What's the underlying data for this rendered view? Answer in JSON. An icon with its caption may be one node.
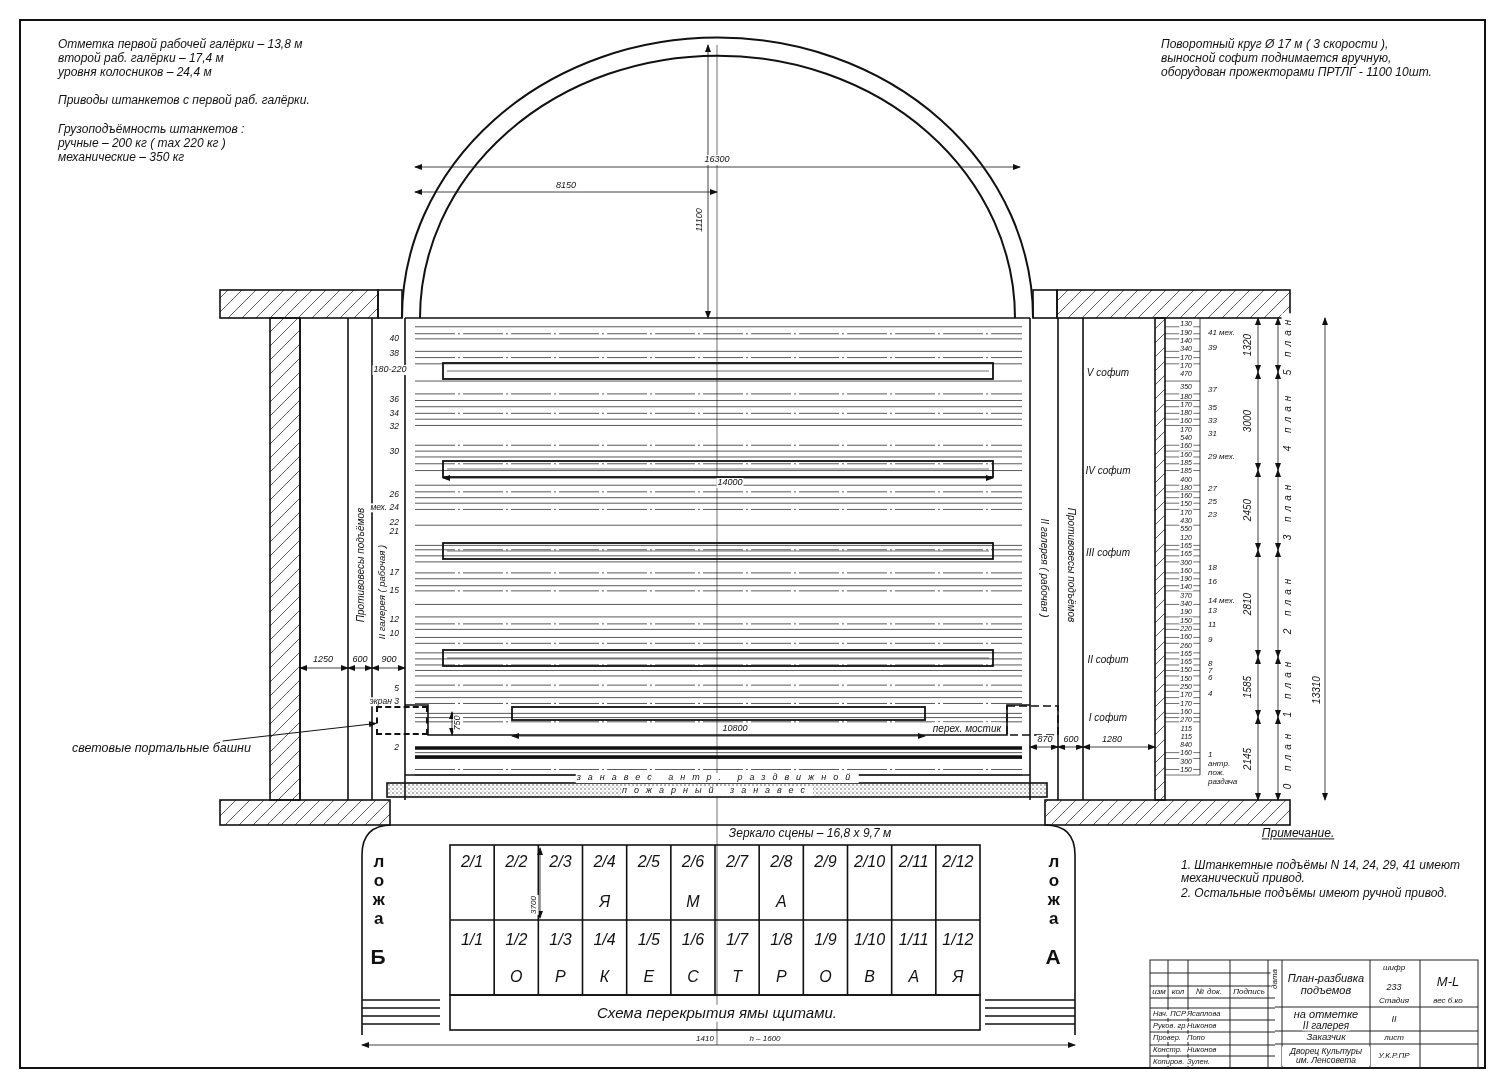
{
  "diagram": {
    "nodes": [
      {
        "text": [
          "световые портальные башни"
        ]
      },
      {
        "text": [],
        "shape": "box"
      }
    ],
    "edges": [
      {
        "from": 0,
        "to": 1,
        "arrow": "to"
      }
    ],
    "labels": [
      "Отметка первой рабочей галёрки – 13,8 м",
      "второй раб. галёрки – 17,4 м",
      "уровня колосников – 24,4 м",
      "Приводы штанкетов с первой раб. галёрки.",
      "Грузоподъёмность штанкетов :",
      "ручные – 200 кг ( max 220 кг )",
      "механические – 350 кг",
      "Поворотный круг Ø 17 м ( 3 скорости ),",
      "выносной софит поднимается вручную,",
      "оборудован прожекторами ПРТЛГ - 1100 10шт.",
      "16300",
      "8150",
      "11100",
      "180-220",
      "14000",
      "10800",
      "750",
      "1250",
      "600",
      "900",
      "870",
      "600",
      "1280",
      "40",
      "38",
      "36",
      "34",
      "32",
      "30",
      "26",
      "мех. 24",
      "22",
      "21",
      "17",
      "15",
      "12",
      "10",
      "5",
      "экран 3",
      "2",
      "Противовесы подъёмов",
      "II галерея ( рабочая )",
      "II галерея ( рабочая )",
      "Противовесы подъёмов",
      "V софит",
      "IV софит",
      "III софит",
      "II софит",
      "I софит",
      "перех. мостик",
      "занавес антр. раздвижной",
      "пожарный занавес",
      "Зеркало сцены – 16,8 х 9,7 м",
      "130",
      "190",
      "140",
      "340",
      "170",
      "170",
      "470",
      "350",
      "180",
      "170",
      "180",
      "160",
      "170",
      "540",
      "160",
      "160",
      "185",
      "185",
      "400",
      "180",
      "160",
      "150",
      "170",
      "430",
      "550",
      "120",
      "165",
      "165",
      "300",
      "160",
      "190",
      "140",
      "370",
      "340",
      "190",
      "150",
      "220",
      "160",
      "260",
      "165",
      "165",
      "150",
      "150",
      "250",
      "170",
      "170",
      "160",
      "270",
      "115",
      "115",
      "840",
      "160",
      "300",
      "150",
      "41 мех.",
      "39",
      "37",
      "35",
      "33",
      "31",
      "29 мех.",
      "27",
      "25",
      "23",
      "18",
      "16",
      "14 мех.",
      "13",
      "11",
      "9",
      "8",
      "7",
      "6",
      "4",
      "1",
      "антр.",
      "пож.",
      "раздача",
      "1320",
      "5 план",
      "3000",
      "4 план",
      "2450",
      "3 план",
      "2810",
      "2 план",
      "1585",
      "1 план",
      "2145",
      "0 план",
      "13310",
      "ложа",
      "Б",
      "ложа",
      "А",
      "2/1",
      "2/2",
      "2/3",
      "2/4",
      "2/5",
      "2/6",
      "2/7",
      "2/8",
      "2/9",
      "2/10",
      "2/11",
      "2/12",
      "3700",
      "Я",
      "М",
      "А",
      "1/1",
      "1/2",
      "1/3",
      "1/4",
      "1/5",
      "1/6",
      "1/7",
      "1/8",
      "1/9",
      "1/10",
      "1/11",
      "1/12",
      "О",
      "Р",
      "К",
      "Е",
      "С",
      "Т",
      "Р",
      "О",
      "В",
      "А",
      "Я",
      "Схема перекрытия ямы щитами.",
      "1410",
      "h – 1600",
      "Примечание.",
      "1. Штанкетные подъёмы N 14, 24, 29, 41 имеют механический привод.",
      "2. Остальные подъёмы имеют ручной привод.",
      "изм",
      "кол",
      "№ док.",
      "Подпись",
      "дата",
      "Нач. ПСР",
      "Ясаплова",
      "Руков. гр.",
      "Никонов",
      "Провер.",
      "Попо",
      "Констр.",
      "Никонов",
      "Копиров.",
      "Зулен.",
      "План-разбивка подъемов",
      "на отметке",
      "II галерея",
      "Заказчик",
      "Дворец Культуры им. Ленсовета",
      "шифр",
      "233",
      "М-L",
      "Стадия",
      "вес б.ко",
      "II",
      "лист",
      "У.К.Р.ПР"
    ]
  }
}
